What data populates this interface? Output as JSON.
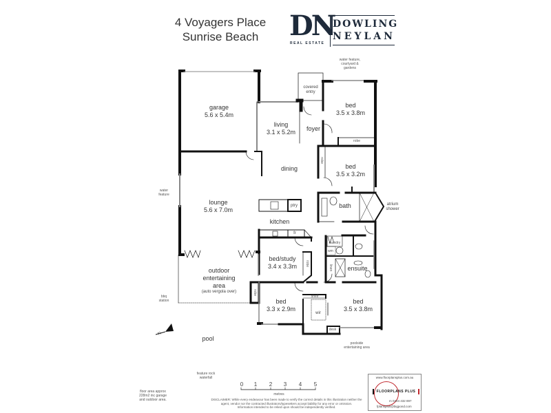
{
  "header": {
    "address_line1": "4 Voyagers Place",
    "address_line2": "Sunrise Beach",
    "brand_monogram": "DN",
    "brand_tagline": "REAL ESTATE",
    "brand_name_line1": "DOWLING",
    "brand_name_line2": "NEYLAN"
  },
  "rooms": [
    {
      "id": "garage",
      "name": "garage",
      "size": "5.6 x 5.4m"
    },
    {
      "id": "living",
      "name": "living",
      "size": "3.1 x 5.2m"
    },
    {
      "id": "bed1",
      "name": "bed",
      "size": "3.5 x 3.8m"
    },
    {
      "id": "bed2",
      "name": "bed",
      "size": "3.5 x 3.2m"
    },
    {
      "id": "lounge",
      "name": "lounge",
      "size": "5.6 x 7.0m"
    },
    {
      "id": "bedstudy",
      "name": "bed/study",
      "size": "3.4 x 3.3m"
    },
    {
      "id": "bed3",
      "name": "bed",
      "size": "3.3 x 2.9m"
    },
    {
      "id": "bed4",
      "name": "bed",
      "size": "3.5 x 3.8m"
    },
    {
      "id": "outdoor",
      "name": "outdoor entertaining area",
      "note": "(auto vergola over)"
    }
  ],
  "labels": {
    "covered_entry": "covered entry",
    "foyer": "foyer",
    "dining": "dining",
    "kitchen": "kitchen",
    "pantry": "ptry",
    "fridge": "fr",
    "bath": "bath",
    "atrium_shower": "atrium shower",
    "robe": "robe",
    "laundry": "laundry",
    "wm": "wm",
    "linen": "linen",
    "ensuite": "ensuite",
    "shelf": "shelf",
    "wir": "wir",
    "desk": "desk",
    "water_feature_top": "water feature, courtyard & gardens",
    "water_feature_left": "water feature",
    "bbq_station": "bbq station",
    "pool": "pool",
    "poolside": "poolside entertaining area",
    "feature_rock": "feature rock waterfall",
    "north": "N"
  },
  "scale": {
    "ticks": [
      "0",
      "1",
      "2",
      "3",
      "4",
      "5"
    ],
    "unit": "metres"
  },
  "footer": {
    "floor_area": "floor area approx 228m2 inc garage and outdoor area.",
    "disclaimer_line1": "DISCLAIMER: While every endeavour has been made to verify the correct details in this illustration neither the",
    "disclaimer_line2": "agent, vendor nor the contracted illustrators/typesetters accept liability for any error or omission.",
    "disclaimer_line3": "Information intended to be relied upon should be independently verified.",
    "badge_url": "www.floorplansplus.com.au",
    "badge_name": "FLOORPLANS PLUS",
    "badge_phone": "m 0404 432 897",
    "badge_email": "fplansplus@bigpond.com"
  },
  "colors": {
    "wall": "#111111",
    "brand": "#1e2a3a",
    "badge_accent": "#c0272d"
  }
}
